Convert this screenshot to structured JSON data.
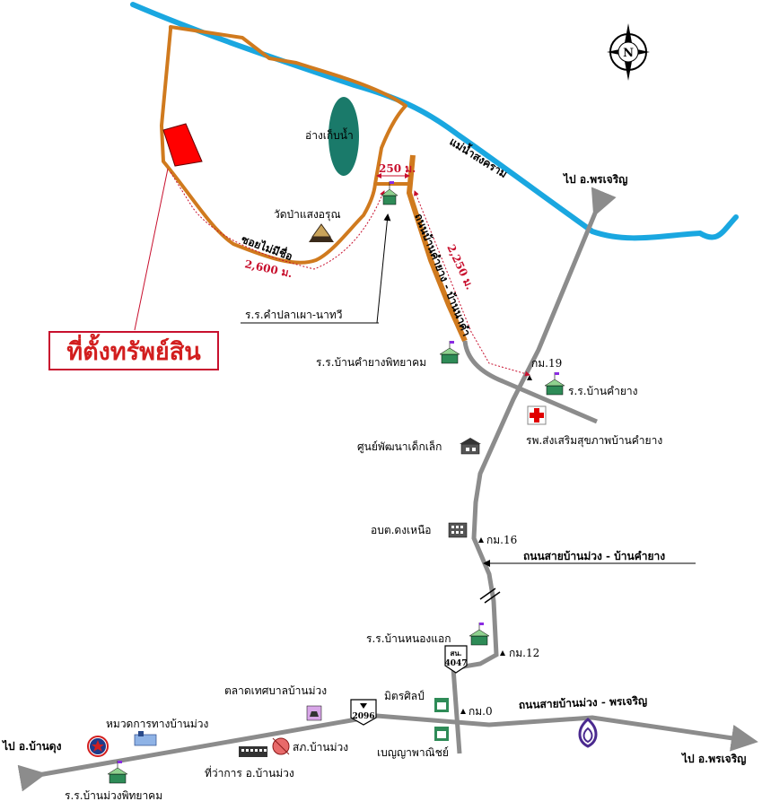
{
  "labels": {
    "reservoir": "อ่างเก็บน้ำ",
    "river": "แม่น้ำสงคราม",
    "to_phon_charoen_top": "ไป อ.พรเจริญ",
    "dist_250": "250 ม.",
    "temple": "วัดป่าแสงอรุณ",
    "unnamed_soi": "ซอยไม่มีชื่อ",
    "dist_2600": "2,600 ม.",
    "dist_2250": "2,250 ม.",
    "road_kham_yang": "ถนนบ้านคำยาง - บ้านนาคำ",
    "school_khampla": "ร.ร.คำปลาเผา-นาทวี",
    "school_khamyang_phit": "ร.ร.บ้านคำยางพิทยาคม",
    "km19": "กม.19",
    "school_khamyang": "ร.ร.บ้านคำยาง",
    "hospital": "รพ.ส่งเสริมสุขภาพบ้านคำยาง",
    "child_center": "ศูนย์พัฒนาเด็กเล็ก",
    "obt_dong_nuea": "อบต.ดงเหนือ",
    "km16": "กม.16",
    "road_ban_muang_khamyang": "ถนนสายบ้านม่วง - บ้านคำยาง",
    "school_nong_aek": "ร.ร.บ้านหนองแอก",
    "km12": "กม.12",
    "route_4047": "4047",
    "route_4047_prefix": "สน.",
    "market": "ตลาดเทศบาลบ้านม่วง",
    "mitr_silp": "มิตรศิลป์",
    "km0": "กม.0",
    "road_ban_muang_phon": "ถนนสายบ้านม่วง - พรเจริญ",
    "highway_dept": "หมวดการทางบ้านม่วง",
    "route_2096": "2096",
    "police": "สภ.บ้านม่วง",
    "district_office": "ที่ว่าการ อ.บ้านม่วง",
    "benya": "เบญญาพาณิชย์",
    "to_ban_dung": "ไป อ.บ้านดุง",
    "to_phon_charoen_right": "ไป อ.พรเจริญ",
    "school_ban_muang": "ร.ร.บ้านม่วงพิทยาคม",
    "property_location": "ที่ตั้งทรัพย์สิน",
    "compass_letter": "N"
  },
  "colors": {
    "river": "#1aa7e0",
    "soi_road": "#d07a1e",
    "main_road": "#8c8c8c",
    "property": "#ff0000",
    "reservoir": "#1a7a6a",
    "annotation": "#c8102e"
  }
}
